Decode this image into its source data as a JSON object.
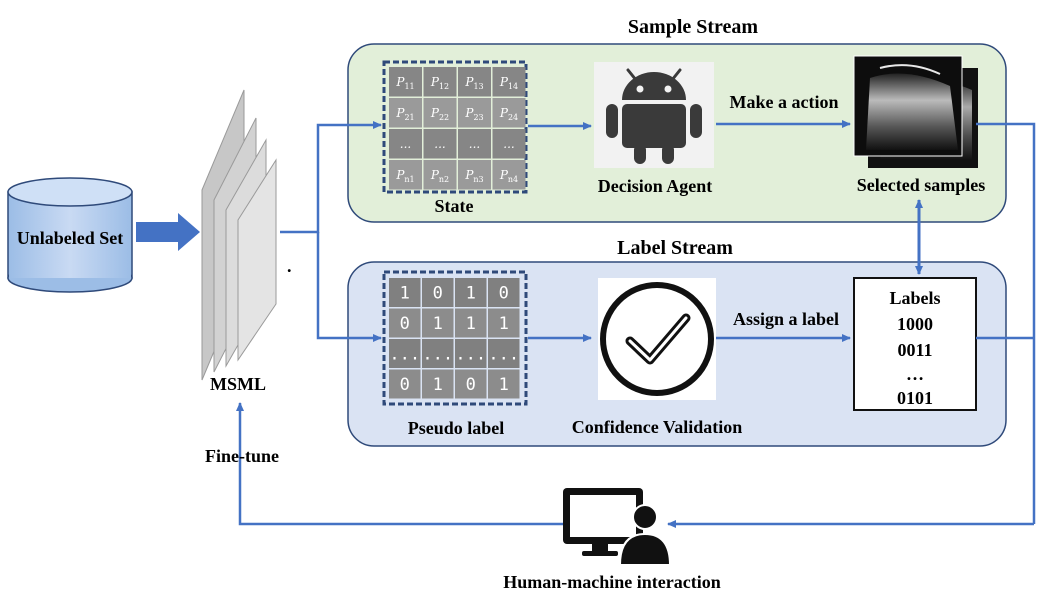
{
  "diagram": {
    "sample_stream": {
      "title": "Sample Stream"
    },
    "label_stream": {
      "title": "Label Stream"
    },
    "unlabeled_set": "Unlabeled Set",
    "msml": {
      "label": "MSML",
      "dot": "."
    },
    "state": {
      "label": "State",
      "rows": [
        [
          {
            "b": "P",
            "s": "11"
          },
          {
            "b": "P",
            "s": "12"
          },
          {
            "b": "P",
            "s": "13"
          },
          {
            "b": "P",
            "s": "14"
          }
        ],
        [
          {
            "b": "P",
            "s": "21"
          },
          {
            "b": "P",
            "s": "22"
          },
          {
            "b": "P",
            "s": "23"
          },
          {
            "b": "P",
            "s": "24"
          }
        ],
        [
          {
            "b": "...",
            "s": ""
          },
          {
            "b": "...",
            "s": ""
          },
          {
            "b": "...",
            "s": ""
          },
          {
            "b": "...",
            "s": ""
          }
        ],
        [
          {
            "b": "P",
            "s": "n1"
          },
          {
            "b": "P",
            "s": "n2"
          },
          {
            "b": "P",
            "s": "n3"
          },
          {
            "b": "P",
            "s": "n4"
          }
        ]
      ]
    },
    "decision_agent": {
      "label": "Decision Agent",
      "icon": "android-robot-icon"
    },
    "make_action": "Make a action",
    "selected_samples": {
      "label": "Selected samples",
      "icon": "ultrasound-images-icon"
    },
    "pseudo_label": {
      "label": "Pseudo label",
      "rows": [
        [
          "1",
          "0",
          "1",
          "0"
        ],
        [
          "0",
          "1",
          "1",
          "1"
        ],
        [
          "...",
          "...",
          "...",
          "..."
        ],
        [
          "0",
          "1",
          "0",
          "1"
        ]
      ]
    },
    "confidence_validation": {
      "label": "Confidence Validation",
      "icon": "checkmark-circle-icon"
    },
    "assign_label": "Assign a label",
    "labels_box": {
      "title": "Labels",
      "lines": [
        "1000",
        "0011",
        "…",
        "0101"
      ]
    },
    "fine_tune": "Fine-tune",
    "human_machine": {
      "label": "Human-machine interaction",
      "icon": "computer-user-icon"
    },
    "colors": {
      "sample_fill": "#e2efd9",
      "label_fill": "#dae3f3",
      "arrow": "#4472c4",
      "dashed_border": "#2f4a7a",
      "cell": "#8c8c8c"
    }
  }
}
